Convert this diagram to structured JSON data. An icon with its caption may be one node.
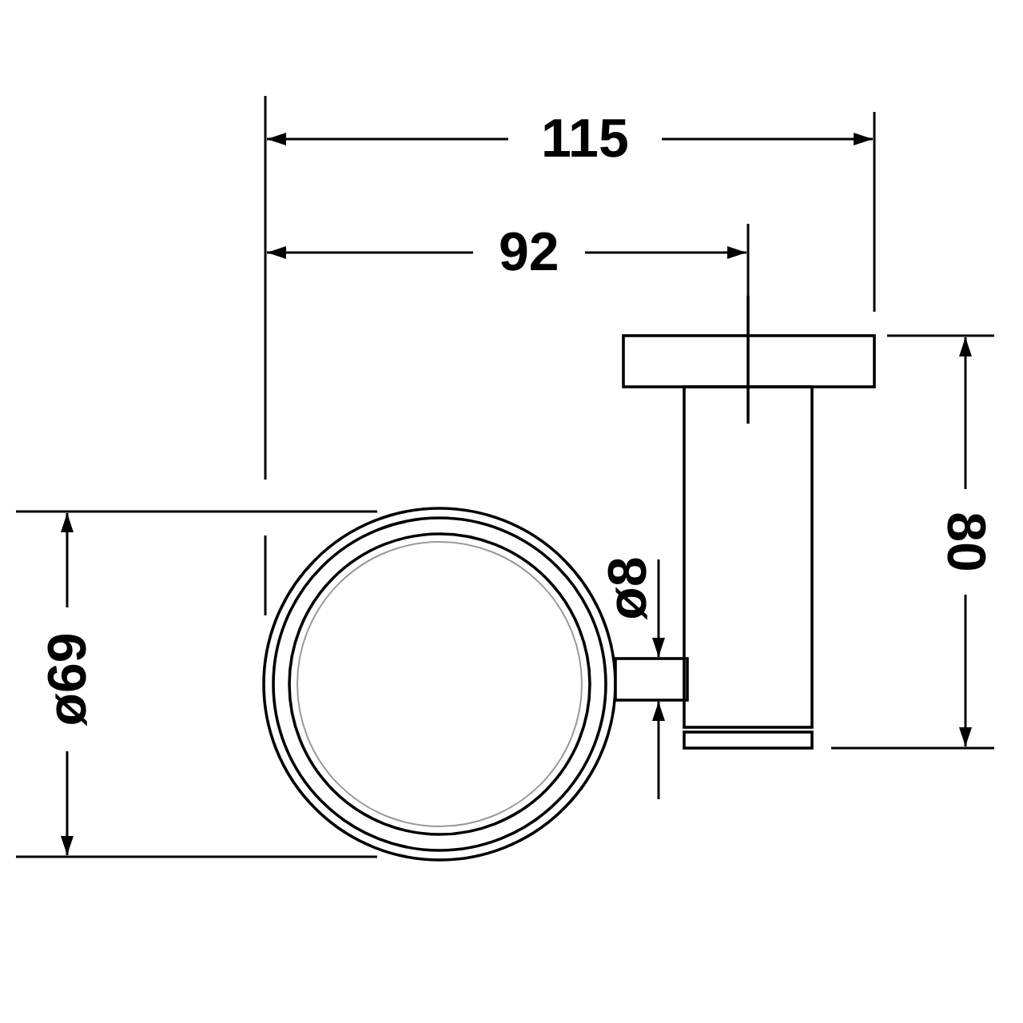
{
  "diagram": {
    "labels": [
      "115",
      "92",
      "80",
      "ø8",
      "ø69"
    ]
  }
}
